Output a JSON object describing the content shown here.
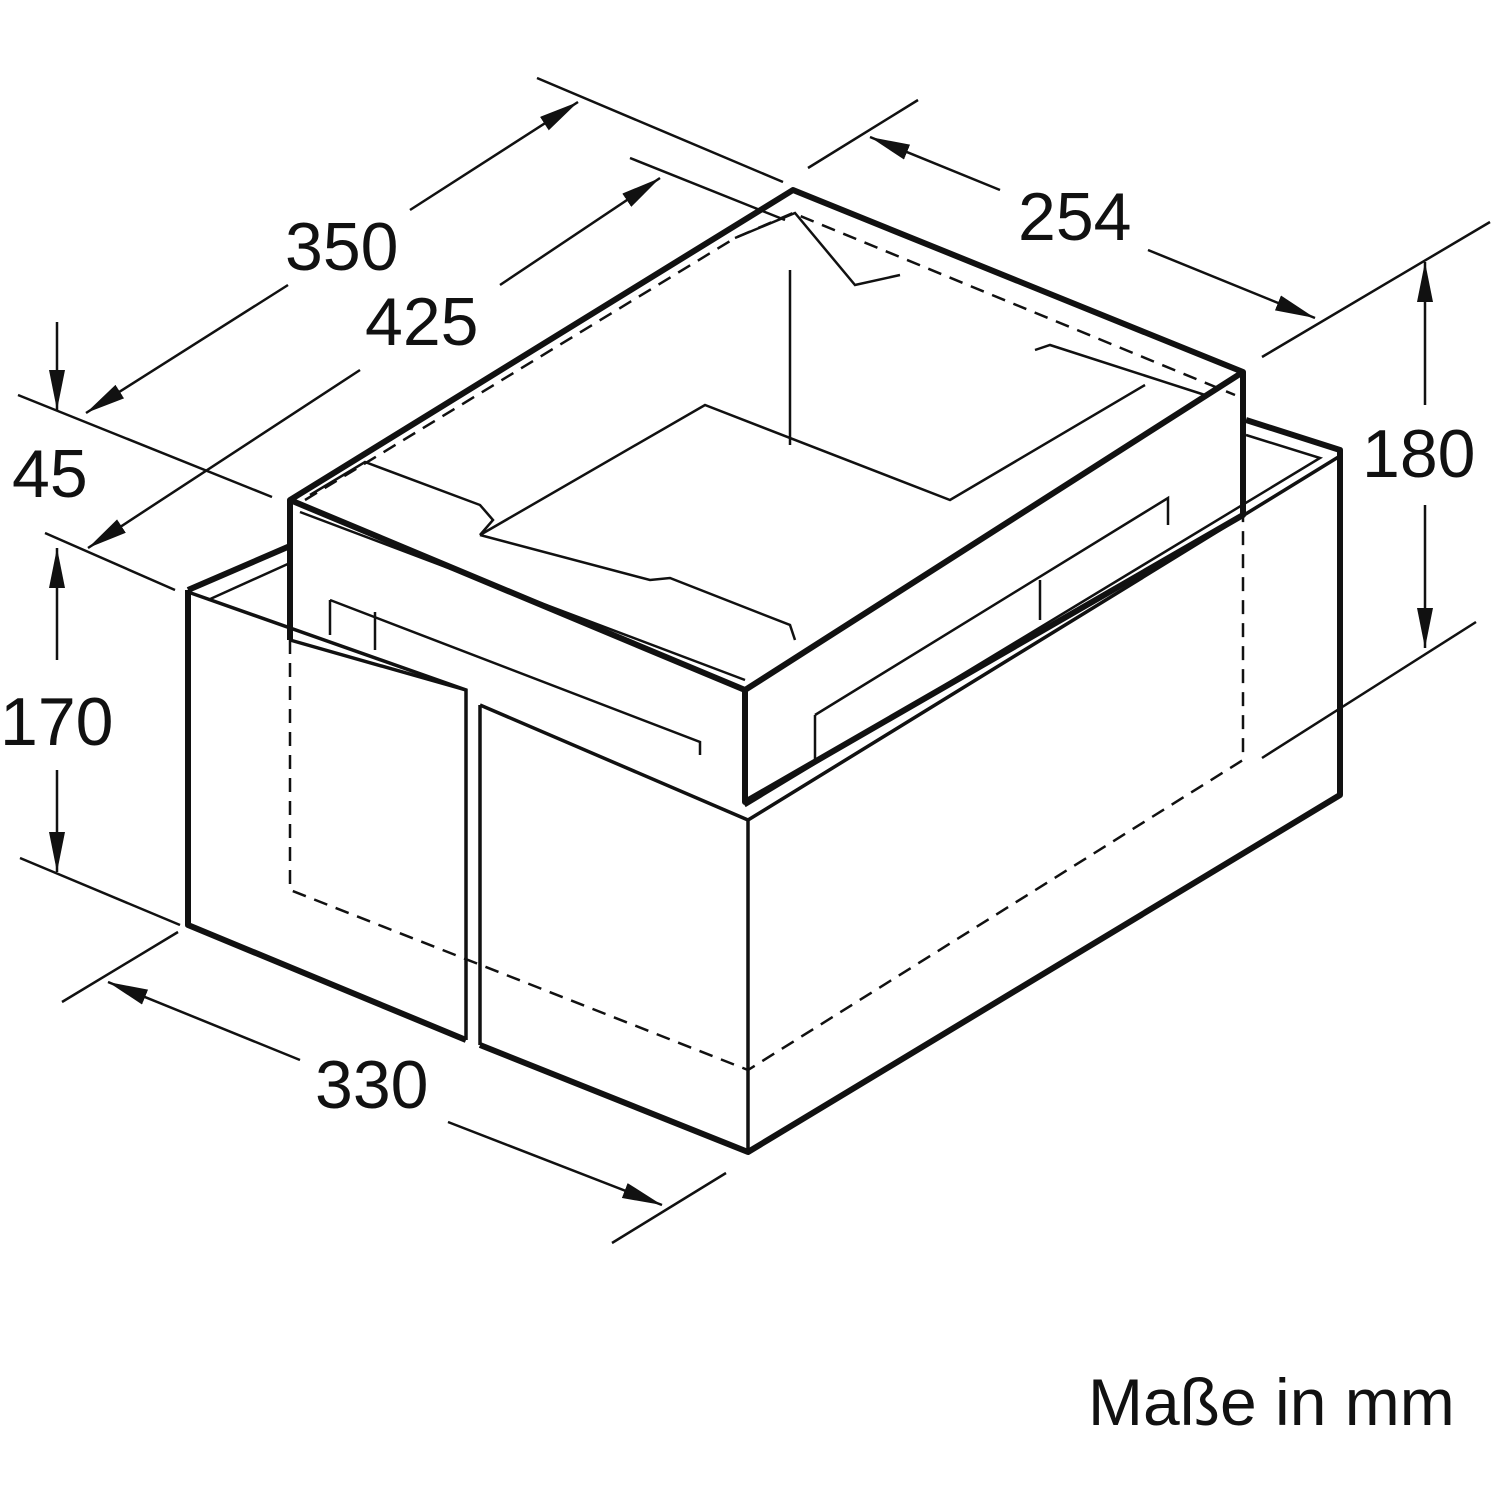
{
  "dimensions": {
    "depth_outer": "350",
    "depth_inner": "425",
    "width_top": "254",
    "height_total": "180",
    "top_offset": "45",
    "height_lower": "170",
    "width_lower": "330"
  },
  "footer": {
    "units_label": "Maße in mm"
  }
}
